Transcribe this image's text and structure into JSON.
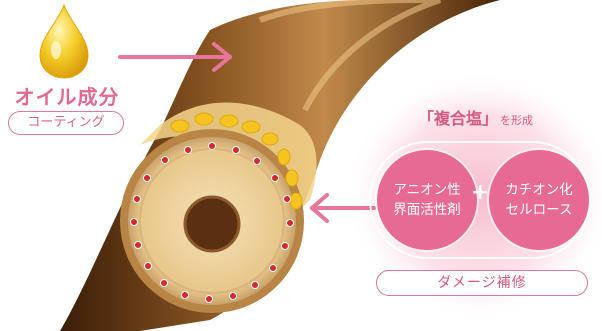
{
  "oil": {
    "title": "オイル成分",
    "coating_label": "コーティング"
  },
  "complex": {
    "title_main": "「複合塩」",
    "title_suffix": "を形成",
    "anionic_label": "アニオン性\n界面活性剤",
    "plus_sign": "+",
    "cationic_label": "カチオン化\nセルロース",
    "damage_label": "ダメージ補修"
  },
  "colors": {
    "accent_pink": "#e66a93",
    "oil_drop": "#f3c51e",
    "hair_brown": "#6b3a14",
    "salt_dot": "#d6282b"
  },
  "icons": [
    "oil-drop-icon",
    "arrow-right-icon",
    "arrow-left-icon"
  ]
}
